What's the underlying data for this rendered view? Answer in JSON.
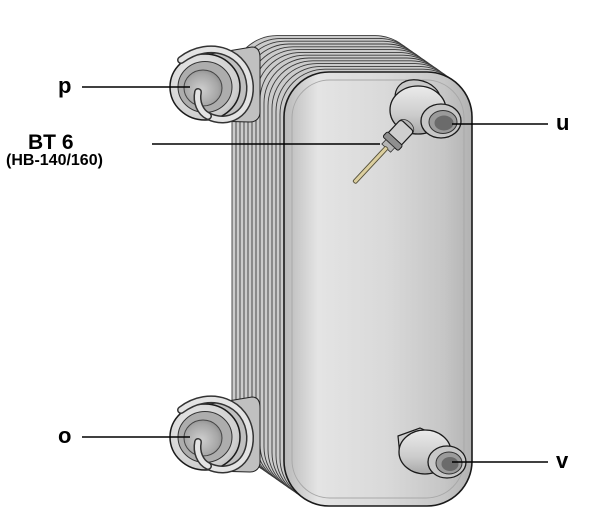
{
  "diagram": {
    "labels": {
      "p": "p",
      "u": "u",
      "o": "o",
      "v": "v",
      "bt6": "BT 6",
      "bt6_model": "(HB-140/160)"
    },
    "colors": {
      "outline": "#1a1a1a",
      "body_gray": "#d6d6d6",
      "plate_gray": "#cbcbcb",
      "probe_tan": "#dccf9f",
      "label_black": "#000000"
    }
  }
}
